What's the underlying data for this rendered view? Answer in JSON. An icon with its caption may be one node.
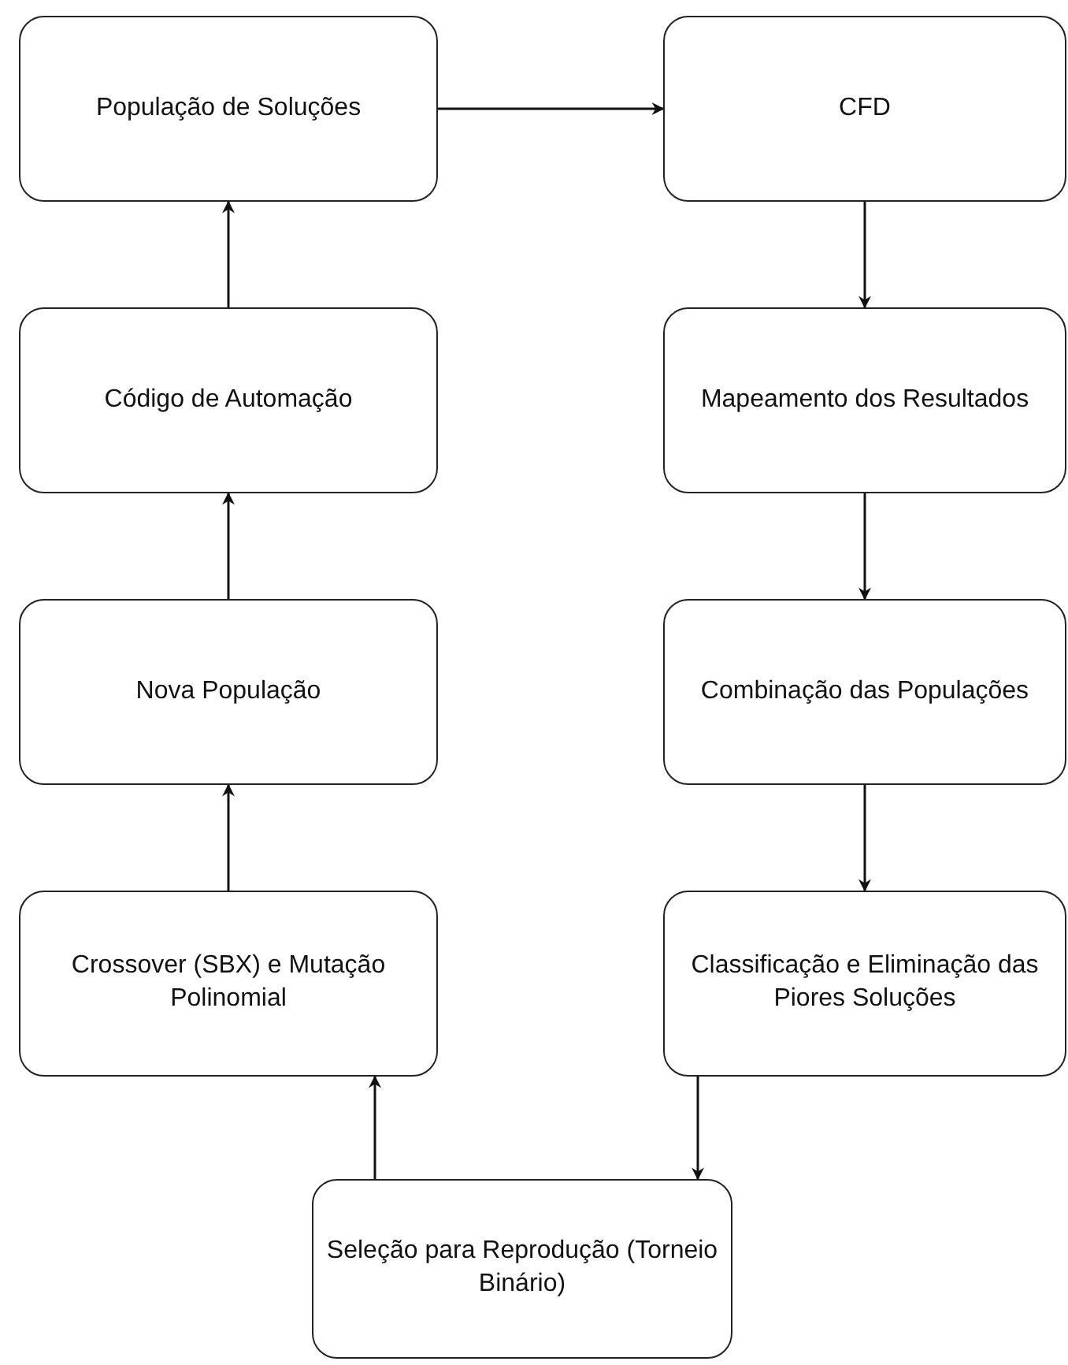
{
  "diagram": {
    "nodes": [
      {
        "text": [
          "População de Soluções"
        ]
      },
      {
        "text": [
          "CFD"
        ]
      },
      {
        "text": [
          "Mapeamento dos Resultados"
        ]
      },
      {
        "text": [
          "Combinação das Populações"
        ]
      },
      {
        "text": [
          "Classificação e Eliminação das Piores Soluções"
        ]
      },
      {
        "text": [
          "Seleção para Reprodução (Torneio Binário)"
        ]
      },
      {
        "text": [
          "Crossover (SBX) e Mutação Polinomial"
        ]
      },
      {
        "text": [
          "Nova População"
        ]
      },
      {
        "text": [
          "Código de Automação"
        ]
      }
    ],
    "edges": [
      {
        "from": 0,
        "to": 1,
        "arrow": "to"
      },
      {
        "from": 1,
        "to": 2,
        "arrow": "to"
      },
      {
        "from": 2,
        "to": 3,
        "arrow": "to"
      },
      {
        "from": 3,
        "to": 4,
        "arrow": "to"
      },
      {
        "from": 4,
        "to": 5,
        "arrow": "to"
      },
      {
        "from": 5,
        "to": 6,
        "arrow": "to"
      },
      {
        "from": 6,
        "to": 7,
        "arrow": "to"
      },
      {
        "from": 7,
        "to": 8,
        "arrow": "to"
      },
      {
        "from": 8,
        "to": 0,
        "arrow": "to"
      }
    ]
  }
}
